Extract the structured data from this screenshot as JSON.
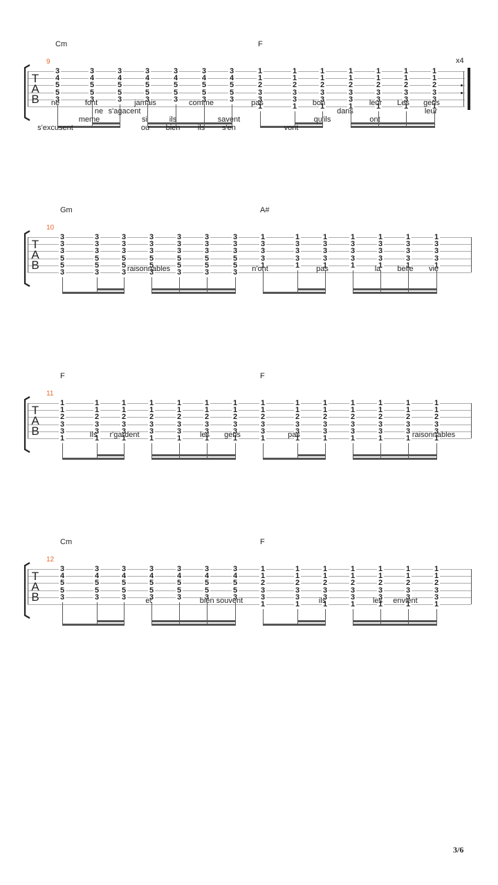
{
  "page_number": "3/6",
  "systems": [
    {
      "measure_number": "9",
      "chords": [
        "Cm",
        "F"
      ],
      "repeat": "x4",
      "tab_letters": [
        "T",
        "A",
        "B"
      ],
      "measures": [
        {
          "beats": [
            [
              "3",
              "4",
              "5",
              "5",
              "3"
            ],
            [
              "3",
              "4",
              "5",
              "5",
              "3"
            ],
            [
              "3",
              "4",
              "5",
              "5",
              "3"
            ],
            [
              "3",
              "4",
              "5",
              "5",
              "3"
            ],
            [
              "3",
              "4",
              "5",
              "5",
              "3"
            ],
            [
              "3",
              "4",
              "5",
              "5",
              "3"
            ],
            [
              "3",
              "4",
              "5",
              "5",
              "3"
            ]
          ]
        },
        {
          "beats": [
            [
              "1",
              "1",
              "2",
              "3",
              "3",
              "1"
            ],
            [
              "1",
              "1",
              "2",
              "3",
              "3",
              "1"
            ],
            [
              "1",
              "1",
              "2",
              "3",
              "3",
              "1"
            ],
            [
              "1",
              "1",
              "2",
              "3",
              "3",
              "1"
            ],
            [
              "1",
              "1",
              "2",
              "3",
              "3",
              "1"
            ],
            [
              "1",
              "1",
              "2",
              "3",
              "3",
              "1"
            ],
            [
              "1",
              "1",
              "2",
              "3",
              "3",
              "1"
            ]
          ]
        }
      ],
      "lyrics": [
        [
          "ne",
          "font",
          "jamais",
          "comme",
          "pas",
          "bon",
          "leur",
          "Les",
          "gens"
        ],
        [
          "ne",
          "s'agacent",
          "dans",
          "leur"
        ],
        [
          "meme",
          "si",
          "ils",
          "savent",
          "qu'ils",
          "ont"
        ],
        [
          "s'excusent",
          "ou",
          "bien",
          "ils",
          "s'en",
          "vont"
        ]
      ]
    },
    {
      "measure_number": "10",
      "chords": [
        "Gm",
        "A#"
      ],
      "tab_letters": [
        "T",
        "A",
        "B"
      ],
      "measures": [
        {
          "beats": [
            [
              "3",
              "3",
              "3",
              "5",
              "5",
              "3"
            ],
            [
              "3",
              "3",
              "3",
              "5",
              "5",
              "3"
            ],
            [
              "3",
              "3",
              "3",
              "5",
              "5",
              "3"
            ],
            [
              "3",
              "3",
              "3",
              "5",
              "5",
              "3"
            ],
            [
              "3",
              "3",
              "3",
              "5",
              "5",
              "3"
            ],
            [
              "3",
              "3",
              "3",
              "5",
              "5",
              "3"
            ],
            [
              "3",
              "3",
              "3",
              "5",
              "5",
              "3"
            ]
          ]
        },
        {
          "beats": [
            [
              "1",
              "3",
              "3",
              "3",
              "1"
            ],
            [
              "1",
              "3",
              "3",
              "3",
              "1"
            ],
            [
              "1",
              "3",
              "3",
              "3",
              "1"
            ],
            [
              "1",
              "3",
              "3",
              "3",
              "1"
            ],
            [
              "1",
              "3",
              "3",
              "3",
              "1"
            ],
            [
              "1",
              "3",
              "3",
              "3",
              "1"
            ],
            [
              "1",
              "3",
              "3",
              "3",
              "1"
            ]
          ]
        }
      ],
      "lyrics": [
        [
          "raisonnables",
          "n'ont",
          "pas",
          "la",
          "belle",
          "vie"
        ]
      ]
    },
    {
      "measure_number": "11",
      "chords": [
        "F",
        "F"
      ],
      "tab_letters": [
        "T",
        "A",
        "B"
      ],
      "measures": [
        {
          "beats": [
            [
              "1",
              "1",
              "2",
              "3",
              "3",
              "1"
            ],
            [
              "1",
              "1",
              "2",
              "3",
              "3",
              "1"
            ],
            [
              "1",
              "1",
              "2",
              "3",
              "3",
              "1"
            ],
            [
              "1",
              "1",
              "2",
              "3",
              "3",
              "1"
            ],
            [
              "1",
              "1",
              "2",
              "3",
              "3",
              "1"
            ],
            [
              "1",
              "1",
              "2",
              "3",
              "3",
              "1"
            ],
            [
              "1",
              "1",
              "2",
              "3",
              "3",
              "1"
            ]
          ]
        },
        {
          "beats": [
            [
              "1",
              "1",
              "2",
              "3",
              "3",
              "1"
            ],
            [
              "1",
              "1",
              "2",
              "3",
              "3",
              "1"
            ],
            [
              "1",
              "1",
              "2",
              "3",
              "3",
              "1"
            ],
            [
              "1",
              "1",
              "2",
              "3",
              "3",
              "1"
            ],
            [
              "1",
              "1",
              "2",
              "3",
              "3",
              "1"
            ],
            [
              "1",
              "1",
              "2",
              "3",
              "3",
              "1"
            ],
            [
              "1",
              "1",
              "2",
              "3",
              "3",
              "1"
            ]
          ]
        }
      ],
      "lyrics": [
        [
          "Ils",
          "r'gardent",
          "les",
          "gens",
          "pas",
          "raisonnables"
        ]
      ]
    },
    {
      "measure_number": "12",
      "chords": [
        "Cm",
        "F"
      ],
      "tab_letters": [
        "T",
        "A",
        "B"
      ],
      "measures": [
        {
          "beats": [
            [
              "3",
              "4",
              "5",
              "5",
              "3"
            ],
            [
              "3",
              "4",
              "5",
              "5",
              "3"
            ],
            [
              "3",
              "4",
              "5",
              "5",
              "3"
            ],
            [
              "3",
              "4",
              "5",
              "5",
              "3"
            ],
            [
              "3",
              "4",
              "5",
              "5",
              "3"
            ],
            [
              "3",
              "4",
              "5",
              "5",
              "3"
            ],
            [
              "3",
              "4",
              "5",
              "5",
              "3"
            ]
          ]
        },
        {
          "beats": [
            [
              "1",
              "1",
              "2",
              "3",
              "3",
              "1"
            ],
            [
              "1",
              "1",
              "2",
              "3",
              "3",
              "1"
            ],
            [
              "1",
              "1",
              "2",
              "3",
              "3",
              "1"
            ],
            [
              "1",
              "1",
              "2",
              "3",
              "3",
              "1"
            ],
            [
              "1",
              "1",
              "2",
              "3",
              "3",
              "1"
            ],
            [
              "1",
              "1",
              "2",
              "3",
              "3",
              "1"
            ],
            [
              "1",
              "1",
              "2",
              "3",
              "3",
              "1"
            ]
          ]
        }
      ],
      "lyrics": [
        [
          "et",
          "bien souvent",
          "ils",
          "les",
          "envient"
        ]
      ]
    }
  ]
}
